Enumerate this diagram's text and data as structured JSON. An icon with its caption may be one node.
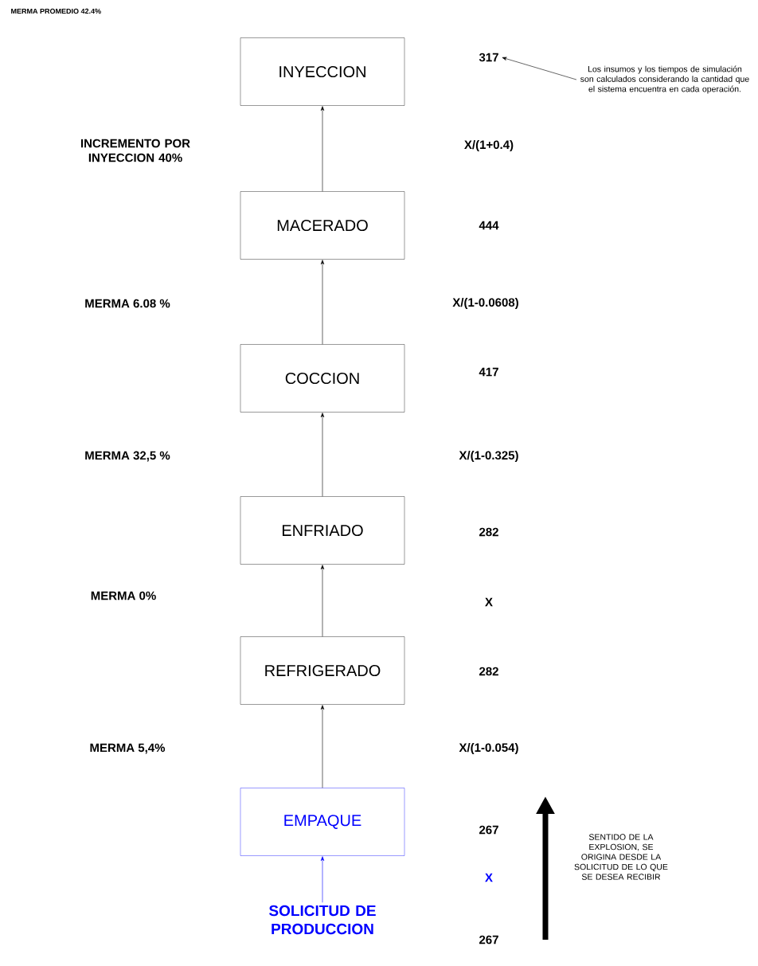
{
  "diagram": {
    "nodes": [
      {
        "text": [
          "INYECCION"
        ]
      },
      {
        "text": [
          "MACERADO"
        ]
      },
      {
        "text": [
          "COCCION"
        ]
      },
      {
        "text": [
          "ENFRIADO"
        ]
      },
      {
        "text": [
          "REFRIGERADO"
        ]
      },
      {
        "text": [
          "EMPAQUE"
        ]
      },
      {
        "text": [
          "SOLICITUD DE PRODUCCION"
        ]
      },
      {
        "text": [
          "317"
        ]
      },
      {
        "text": [
          "Los insumos y los tiempos de simulación son calculados considerando la cantidad que el sistema encuentra en cada operación."
        ]
      }
    ],
    "edges": [
      {
        "from": 6,
        "to": 5,
        "arrow": "to",
        "color": "#0000ff"
      },
      {
        "from": 5,
        "to": 4,
        "arrow": "to"
      },
      {
        "from": 4,
        "to": 3,
        "arrow": "to"
      },
      {
        "from": 3,
        "to": 2,
        "arrow": "to"
      },
      {
        "from": 2,
        "to": 1,
        "arrow": "to"
      },
      {
        "from": 1,
        "to": 0,
        "arrow": "to"
      },
      {
        "from": 8,
        "to": 7,
        "arrow": "to"
      }
    ],
    "labels": [
      "MERMA PROMEDIO 42.4%",
      "INCREMENTO POR INYECCION 40%",
      "X/(1+0.4)",
      "444",
      "MERMA 6.08 %",
      "X/(1-0.0608)",
      "417",
      "MERMA 32,5 %",
      "X/(1-0.325)",
      "282",
      "MERMA 0%",
      "X",
      "282",
      "MERMA 5,4%",
      "X/(1-0.054)",
      "267",
      "SENTIDO DE LA EXPLOSION, SE ORIGINA DESDE LA SOLICITUD DE LO QUE SE DESEA RECIBIR",
      "X",
      "267"
    ]
  }
}
